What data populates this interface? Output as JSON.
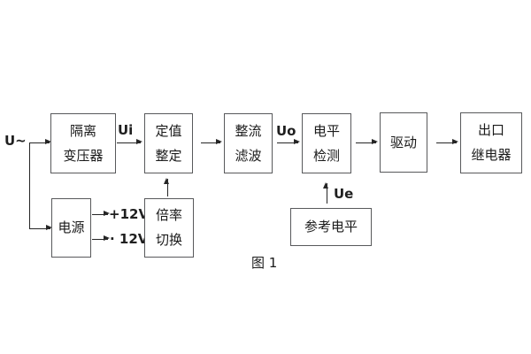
{
  "figure": {
    "caption": "图 1",
    "background_color": "#ffffff",
    "line_color": "#262626",
    "box_border_color": "#58595b",
    "text_color": "#1a1a1a"
  },
  "labels": {
    "input": "U~",
    "ui": "Ui",
    "uo": "Uo",
    "ue": "Ue",
    "plus12v": "+12V",
    "minus12v": "· 12V"
  },
  "blocks": {
    "isolation_transformer": {
      "line1": "隔离",
      "line2": "变压器"
    },
    "setpoint_adjust": {
      "line1": "定值",
      "line2": "整定"
    },
    "rectifier_filter": {
      "line1": "整流",
      "line2": "滤波"
    },
    "level_detector": {
      "line1": "电平",
      "line2": "检测"
    },
    "driver": {
      "line1": "驱动"
    },
    "output_relay": {
      "line1": "出口",
      "line2": "继电器"
    },
    "power_supply": {
      "line1": "电源"
    },
    "ratio_switch": {
      "line1": "倍率",
      "line2": "切换"
    },
    "reference_level": {
      "line1": "参考电平"
    }
  }
}
